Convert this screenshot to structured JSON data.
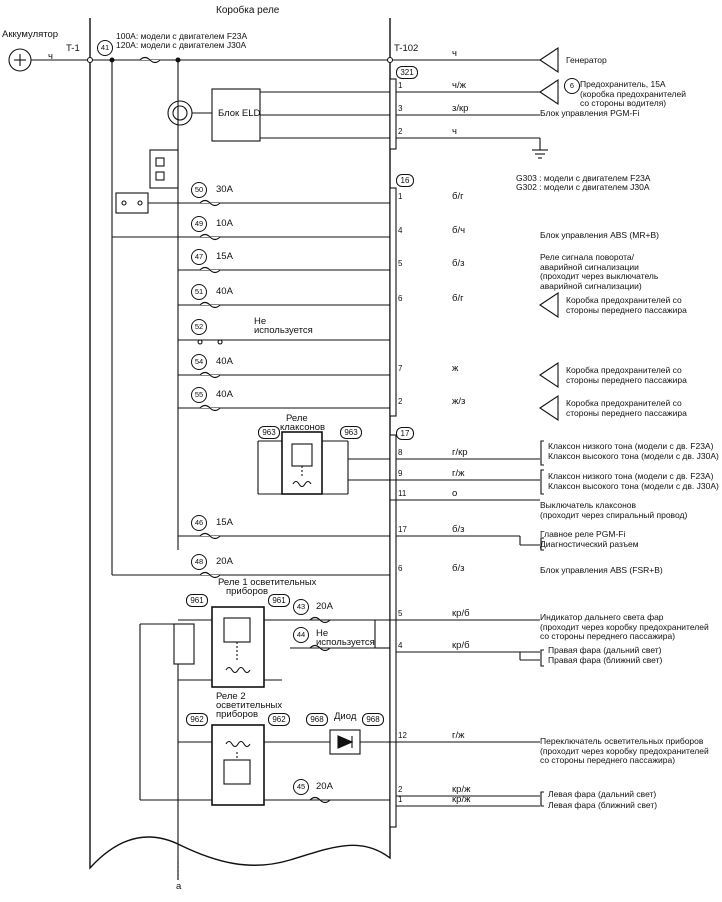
{
  "title": "Коробка реле",
  "battery": {
    "label": "Аккумулятор",
    "wire": "ч"
  },
  "terminals": {
    "left": "T-1",
    "right": "T-102",
    "bottom": "a"
  },
  "main_fuse": {
    "num": "41",
    "line1": "100A: модели с двигателем F23A",
    "line2": "120A: модели с двигателем J30A"
  },
  "elds": {
    "label": "Блок ELD"
  },
  "diode": {
    "label": "Диод"
  },
  "connectors": {
    "c321": "321",
    "c16": "16",
    "c17": "17",
    "c963": "963",
    "c961": "961",
    "c962": "962",
    "c968": "968"
  },
  "ground": {
    "line1": "G303 : модели с двигателем F23A",
    "line2": "G302 : модели с двигателем J30A"
  },
  "fuses": [
    {
      "num": "50",
      "amp": "30A"
    },
    {
      "num": "49",
      "amp": "10A"
    },
    {
      "num": "47",
      "amp": "15A"
    },
    {
      "num": "51",
      "amp": "40A"
    },
    {
      "num": "52",
      "amp": ""
    },
    {
      "num": "54",
      "amp": "40A"
    },
    {
      "num": "55",
      "amp": "40A"
    },
    {
      "num": "46",
      "amp": "15A"
    },
    {
      "num": "48",
      "amp": "20A"
    },
    {
      "num": "43",
      "amp": "20A"
    },
    {
      "num": "44",
      "amp": ""
    },
    {
      "num": "45",
      "amp": "20A"
    }
  ],
  "not_used": {
    "line1": "Не",
    "line2": "используется",
    "f44_line1": "Не",
    "f44_line2": "используется"
  },
  "relays": {
    "horn": {
      "line1": "Реле",
      "line2": "клаксонов"
    },
    "light1": {
      "line1": "Реле 1 осветительных",
      "line2": "приборов"
    },
    "light2": {
      "line1": "Реле 2",
      "line2": "осветительных",
      "line3": "приборов"
    }
  },
  "wires": [
    {
      "pin": "",
      "color": "ч",
      "dest": [
        "Генератор"
      ]
    },
    {
      "pin": "1",
      "color": "ч/ж",
      "fuse": "6",
      "dest": [
        "Предохранитель, 15A",
        "(коробка предохранителей",
        "со стороны водителя)"
      ]
    },
    {
      "pin": "3",
      "color": "з/кр",
      "dest": [
        "Блок управления PGM-Fi"
      ]
    },
    {
      "pin": "2",
      "color": "ч",
      "dest": []
    },
    {
      "pin": "1",
      "color": "б/г",
      "dest": []
    },
    {
      "pin": "4",
      "color": "б/ч",
      "dest": [
        "Блок управления ABS (MR+B)"
      ]
    },
    {
      "pin": "5",
      "color": "б/з",
      "dest": [
        "Реле сигнала поворота/",
        "аварийной сигнализации",
        "(проходит через выключатель",
        "аварийной сигнализации)"
      ]
    },
    {
      "pin": "6",
      "color": "б/г",
      "dest": [
        "Коробка предохранителей со",
        "стороны переднего пассажира"
      ]
    },
    {
      "pin": "7",
      "color": "ж",
      "dest": [
        "Коробка предохранителей со",
        "стороны переднего пассажира"
      ]
    },
    {
      "pin": "2",
      "color": "ж/з",
      "dest": [
        "Коробка предохранителей со",
        "стороны переднего пассажира"
      ]
    },
    {
      "pin": "8",
      "color": "г/кр",
      "dest": [
        "Клаксон низкого тона (модели с дв. F23A)",
        "Клаксон высокого тона (модели с дв. J30A)"
      ]
    },
    {
      "pin": "9",
      "color": "г/ж",
      "dest": [
        "Клаксон низкого тона (модели с дв. F23A)",
        "Клаксон высокого тона (модели с дв. J30A)"
      ]
    },
    {
      "pin": "11",
      "color": "о",
      "dest": [
        "Выключатель клаксонов",
        "(проходит через спиральный провод)"
      ]
    },
    {
      "pin": "17",
      "color": "б/з",
      "dest": [
        "Главное реле PGM-Fi",
        "Диагностический разъем"
      ]
    },
    {
      "pin": "6",
      "color": "б/з",
      "dest": [
        "Блок управления ABS (FSR+B)"
      ]
    },
    {
      "pin": "5",
      "color": "кр/б",
      "dest": [
        "Индикатор дальнего света фар",
        "(проходит через коробку предохранителей",
        "со стороны переднего пассажира)"
      ]
    },
    {
      "pin": "4",
      "color": "кр/б",
      "dest": [
        "Правая фара (дальний свет)",
        "Правая фара (ближний свет)"
      ]
    },
    {
      "pin": "12",
      "color": "г/ж",
      "dest": [
        "Переключатель осветительных приборов",
        "(проходит через коробку предохранителей",
        "со стороны переднего пассажира)"
      ]
    },
    {
      "pin": "2",
      "color": "кр/ж",
      "dest": [
        "Левая фара (дальний свет)"
      ]
    },
    {
      "pin": "1",
      "color": "кр/ж",
      "dest": [
        "Левая фара (ближний свет)"
      ]
    }
  ]
}
